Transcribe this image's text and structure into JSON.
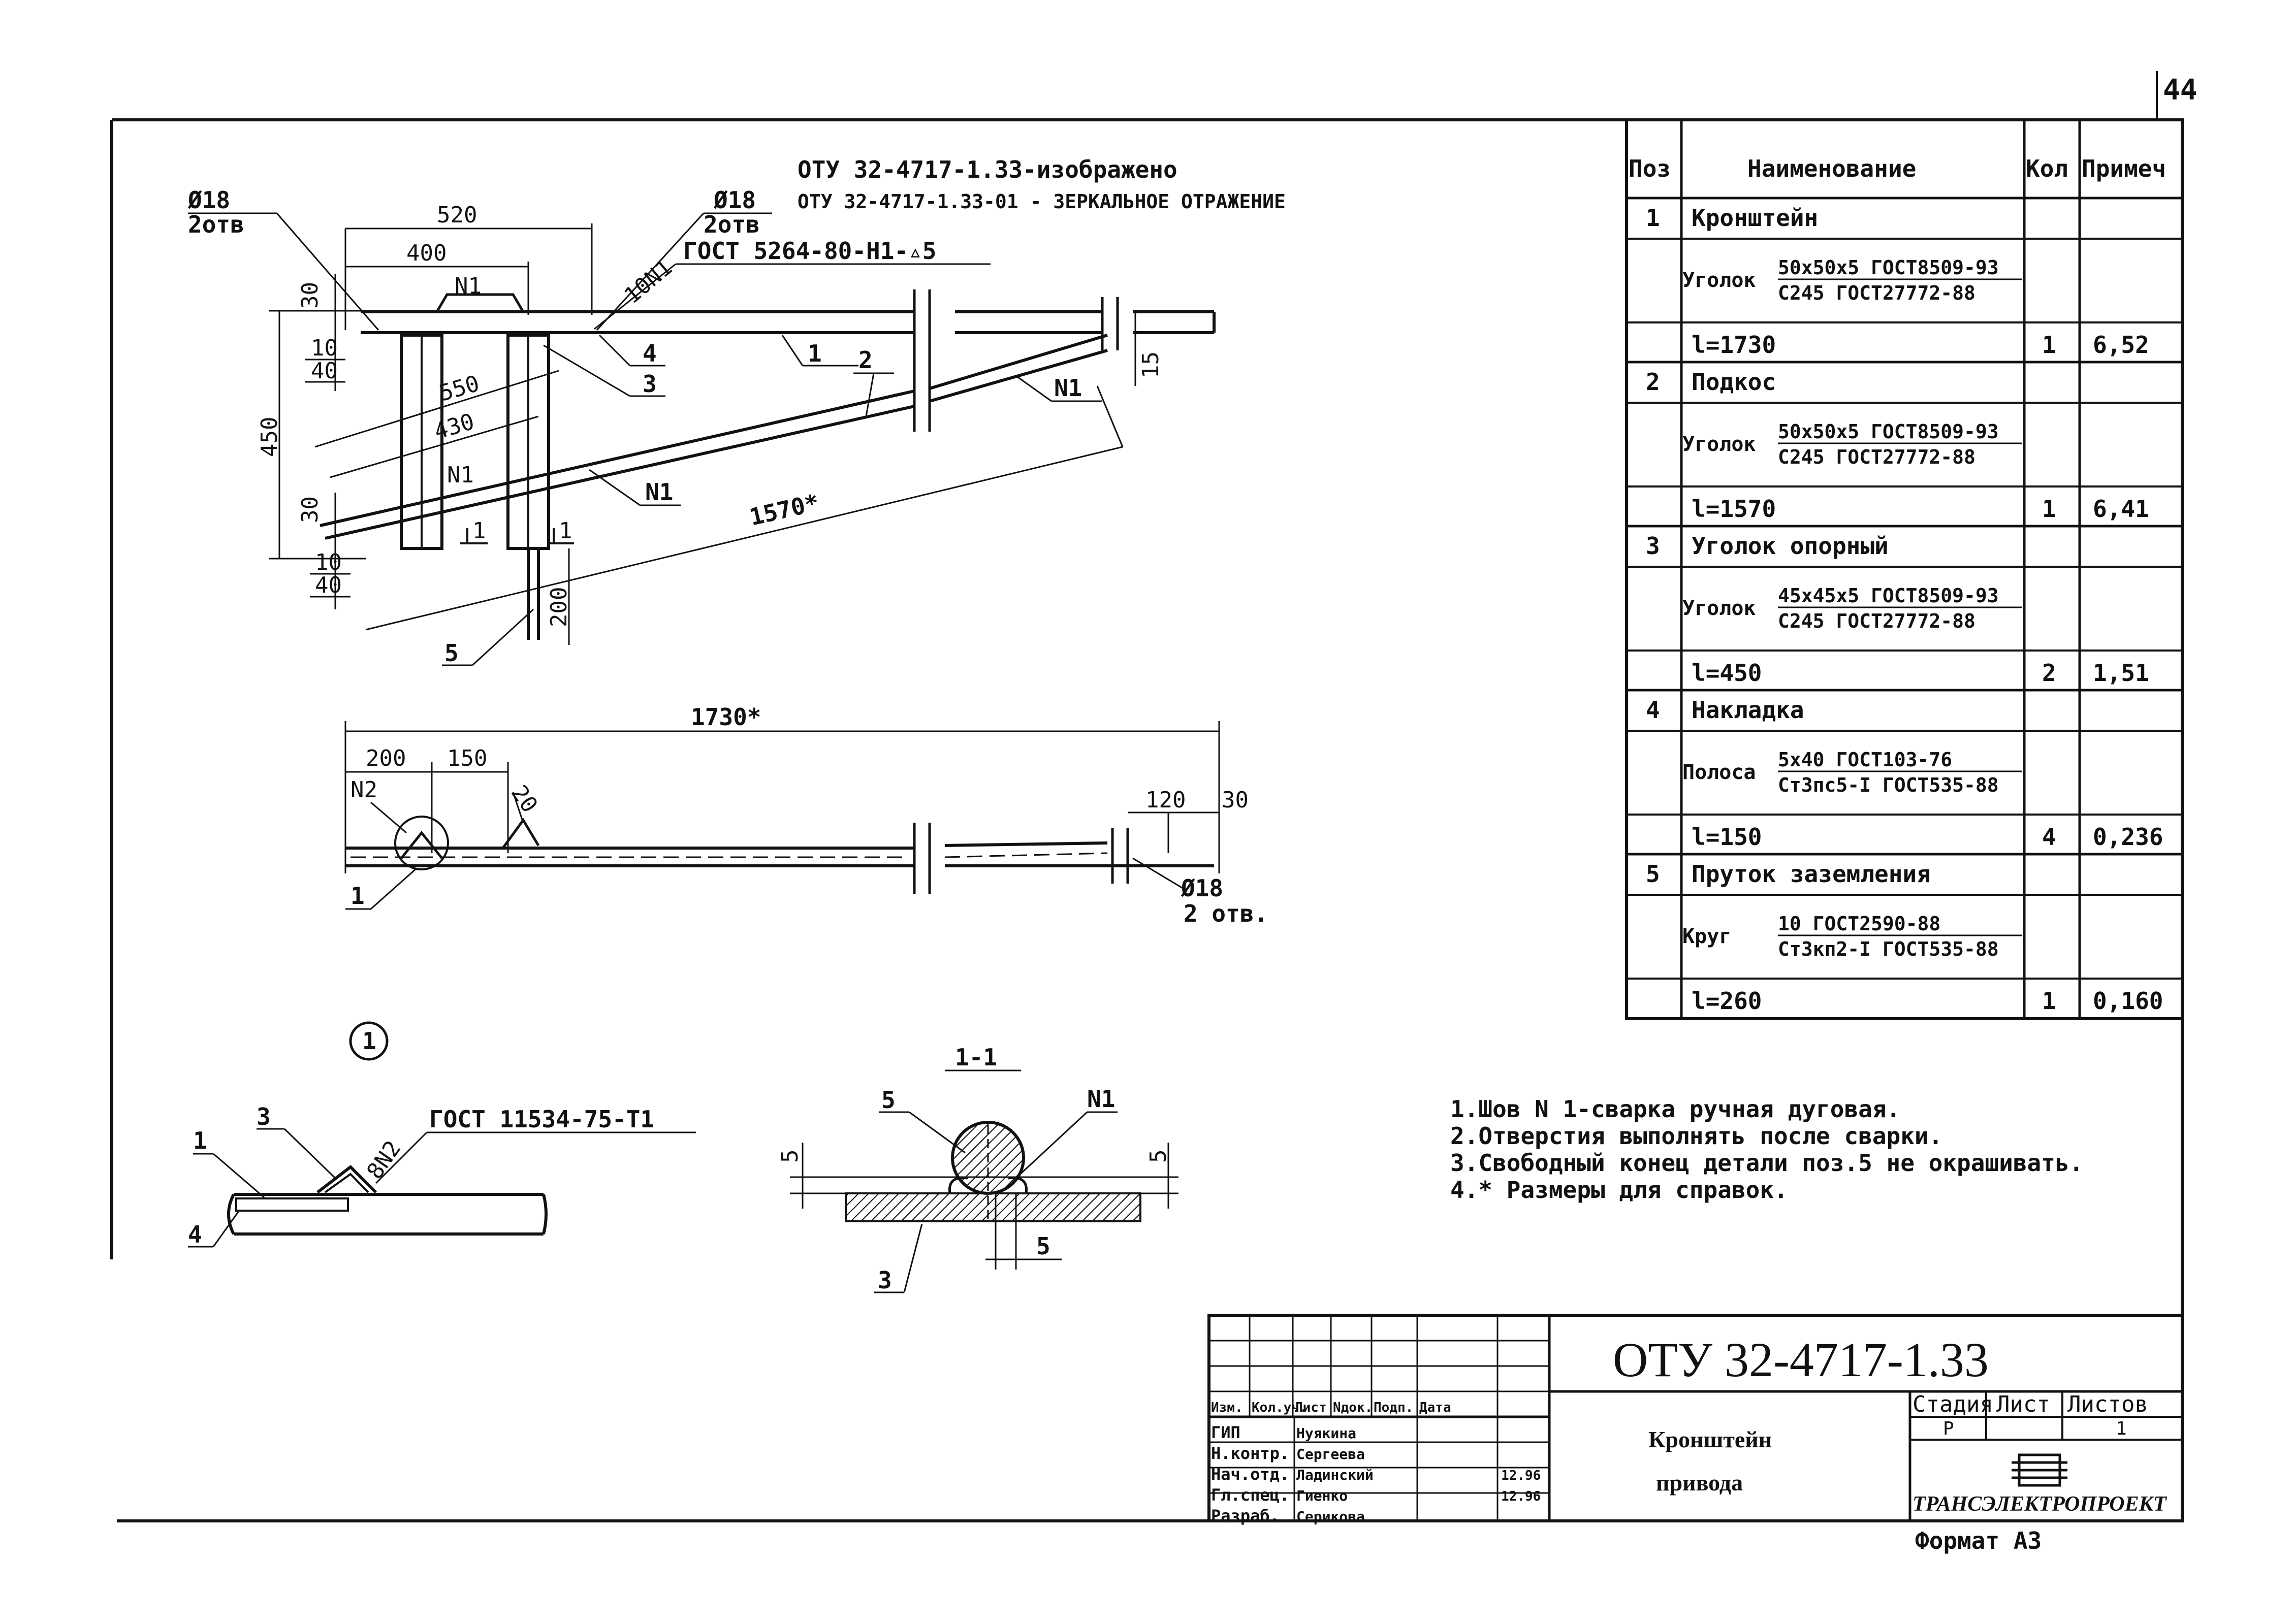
{
  "page_number": "44",
  "doc_header": {
    "line1": "ОТУ 32-4717-1.33-изображено",
    "line2": "ОТУ 32-4717-1.33-01 - ЗЕРКАЛЬНОЕ  ОТРАЖЕНИЕ"
  },
  "spec_table": {
    "headers": [
      "Поз",
      "Наименование",
      "Кол",
      "Примеч"
    ],
    "items": [
      {
        "pos": "1",
        "name": "Кронштейн",
        "material_prefix": "Уголок",
        "profile": "50x50x5 ГОСТ8509-93",
        "steel": "С245 ГОСТ27772-88",
        "length": "l=1730",
        "qty": "1",
        "note": "6,52"
      },
      {
        "pos": "2",
        "name": "Подкос",
        "material_prefix": "Уголок",
        "profile": "50x50x5 ГОСТ8509-93",
        "steel": "С245 ГОСТ27772-88",
        "length": "l=1570",
        "qty": "1",
        "note": "6,41"
      },
      {
        "pos": "3",
        "name": "Уголок опорный",
        "material_prefix": "Уголок",
        "profile": "45x45x5 ГОСТ8509-93",
        "steel": "С245 ГОСТ27772-88",
        "length": "l=450",
        "qty": "2",
        "note": "1,51"
      },
      {
        "pos": "4",
        "name": "Накладка",
        "material_prefix": "Полоса",
        "profile": "5x40  ГОСТ103-76",
        "steel": "Ст3пс5-I ГОСТ535-88",
        "length": "l=150",
        "qty": "4",
        "note": "0,236"
      },
      {
        "pos": "5",
        "name": "Пруток заземления",
        "material_prefix": "Круг",
        "profile": "10  ГОСТ2590-88",
        "steel": "Ст3кп2-I ГОСТ535-88",
        "length": "l=260",
        "qty": "1",
        "note": "0,160"
      }
    ]
  },
  "main_view": {
    "hole_left": "Ø18",
    "holes_left_count": "2отв",
    "hole_right": "Ø18",
    "holes_right_count": "2отв",
    "dim_520": "520",
    "dim_400": "400",
    "weld_n1_top": "N1",
    "weld_10n1": "10N1",
    "gost_weld": "ГОСТ 5264-80-Н1-▵5",
    "dim_30_top": "30",
    "dim_10_top": "10",
    "dim_40_top": "40",
    "dim_450": "450",
    "dim_550": "550",
    "dim_430": "430",
    "weld_n1_mid": "N1",
    "dim_30_bottom": "30",
    "dim_10_bottom": "10",
    "dim_40_bottom": "40",
    "dim_1570": "1570*",
    "dim_200": "200",
    "dim_15": "15",
    "callout_1": "1",
    "callout_2": "2",
    "callout_3": "3",
    "callout_4": "4",
    "callout_5": "5",
    "weld_n1_right": "N1",
    "weld_n1_diag": "N1",
    "section_mark": "1"
  },
  "plan_view": {
    "dim_1730": "1730*",
    "dim_200": "200",
    "dim_150": "150",
    "weld_n2": "N2",
    "weld_20": "20",
    "dim_120": "120",
    "dim_30": "30",
    "hole": "Ø18",
    "holes_count": "2 отв.",
    "callout_1": "1"
  },
  "detail_1": {
    "marker": "1",
    "callout_3": "3",
    "callout_1": "1",
    "callout_4": "4",
    "weld": "8N2",
    "gost": "ГОСТ 11534-75-Т1"
  },
  "section_1_1": {
    "title": "1-1",
    "callout_5": "5",
    "weld_n1": "N1",
    "dim_5_left": "5",
    "dim_5_right": "5",
    "dim_5_bottom": "5",
    "callout_3": "3"
  },
  "notes": [
    "1.Шов N 1-сварка ручная дуговая.",
    "2.Отверстия выполнять после сварки.",
    "3.Свободный конец детали поз.5 не окрашивать.",
    "4.* Размеры для справок."
  ],
  "title_block": {
    "doc_code": "ОТУ 32-4717-1.33",
    "title_line1": "Кронштейн",
    "title_line2": "привода",
    "col_headers": [
      "Изм.",
      "Кол.уч.",
      "Лист",
      "Nдок.",
      "Подп.",
      "Дата"
    ],
    "roles": [
      {
        "role": "ГИП",
        "name": "Нуякина",
        "date": ""
      },
      {
        "role": "Н.контр.",
        "name": "Сергеева",
        "date": ""
      },
      {
        "role": "Нач.отд.",
        "name": "Ладинский",
        "date": "12.96"
      },
      {
        "role": "Гл.спец.",
        "name": "Гиенко",
        "date": "12.96"
      },
      {
        "role": "Разраб.",
        "name": "Серикова",
        "date": ""
      }
    ],
    "stage_label": "Стадия",
    "sheet_label": "Лист",
    "sheets_label": "Листов",
    "stage_value": "Р",
    "sheets_value": "1",
    "org": "ТРАНСЭЛЕКТРОПРОЕКТ",
    "format": "Формат А3"
  }
}
